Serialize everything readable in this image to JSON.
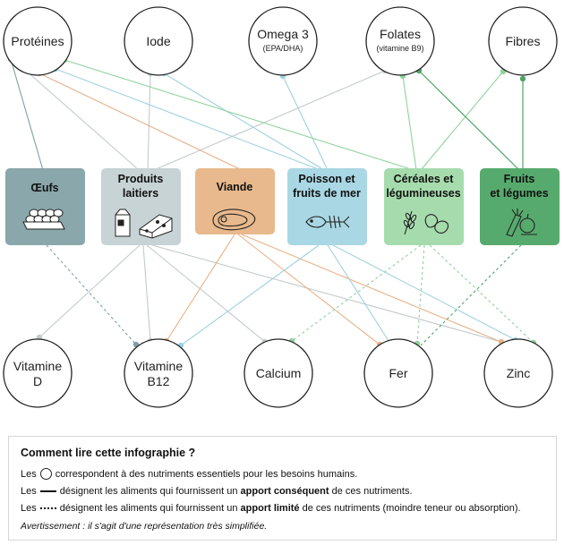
{
  "nutrients_top": [
    {
      "title": "Protéines",
      "sub": ""
    },
    {
      "title": "Iode",
      "sub": ""
    },
    {
      "title": "Omega 3",
      "sub": "(EPA/DHA)"
    },
    {
      "title": "Folates",
      "sub": "(vitamine B9)"
    },
    {
      "title": "Fibres",
      "sub": ""
    }
  ],
  "nutrients_bottom": [
    {
      "title": "Vitamine",
      "title2": "D"
    },
    {
      "title": "Vitamine",
      "title2": "B12"
    },
    {
      "title": "Calcium",
      "title2": ""
    },
    {
      "title": "Fer",
      "title2": ""
    },
    {
      "title": "Zinc",
      "title2": ""
    }
  ],
  "categories": [
    {
      "label1": "Œufs",
      "label2": "",
      "icon": "egg-carton-icon",
      "color": "#8aa7ab",
      "text_color": "#111111"
    },
    {
      "label1": "Produits",
      "label2": "laitiers",
      "icon": "dairy-products-icon",
      "color": "#c7d3d4",
      "text_color": "#111111"
    },
    {
      "label1": "Viande",
      "label2": "",
      "icon": "steak-icon",
      "color": "#e8b98c",
      "text_color": "#111111"
    },
    {
      "label1": "Poisson et",
      "label2": "fruits de mer",
      "icon": "fish-bone-icon",
      "color": "#a9d7e4",
      "text_color": "#111111"
    },
    {
      "label1": "Céréales et",
      "label2": "légumineuses",
      "icon": "grain-bean-icon",
      "color": "#a6dcad",
      "text_color": "#ffffff"
    },
    {
      "label1": "Fruits",
      "label2": "et légumes",
      "icon": "fruits-vegetables-icon",
      "color": "#57aa6d",
      "text_color": "#ffffff"
    }
  ],
  "connection_colors": {
    "oeufs": "#7fa0a4",
    "laitiers": "#c2cacb",
    "viande": "#e8b185",
    "poisson": "#9fd1e0",
    "cereales": "#8fd39b",
    "fruits": "#4fa465"
  },
  "legend": {
    "title": "Comment lire cette infographie ?",
    "row1_prefix": "Les",
    "row1_text": "correspondent à des nutriments essentiels pour les besoins humains.",
    "row2_prefix": "Les",
    "row2_text_a": "désignent les aliments qui fournissent un",
    "row2_bold": "apport conséquent",
    "row2_text_b": "de ces nutriments.",
    "row3_prefix": "Les",
    "row3_text_a": "désignent les aliments qui fournissent un",
    "row3_bold": "apport limité",
    "row3_text_b": "de ces nutriments (moindre teneur ou absorption).",
    "note": "Avertissement : il s'agit d'une représentation très simplifiée."
  }
}
